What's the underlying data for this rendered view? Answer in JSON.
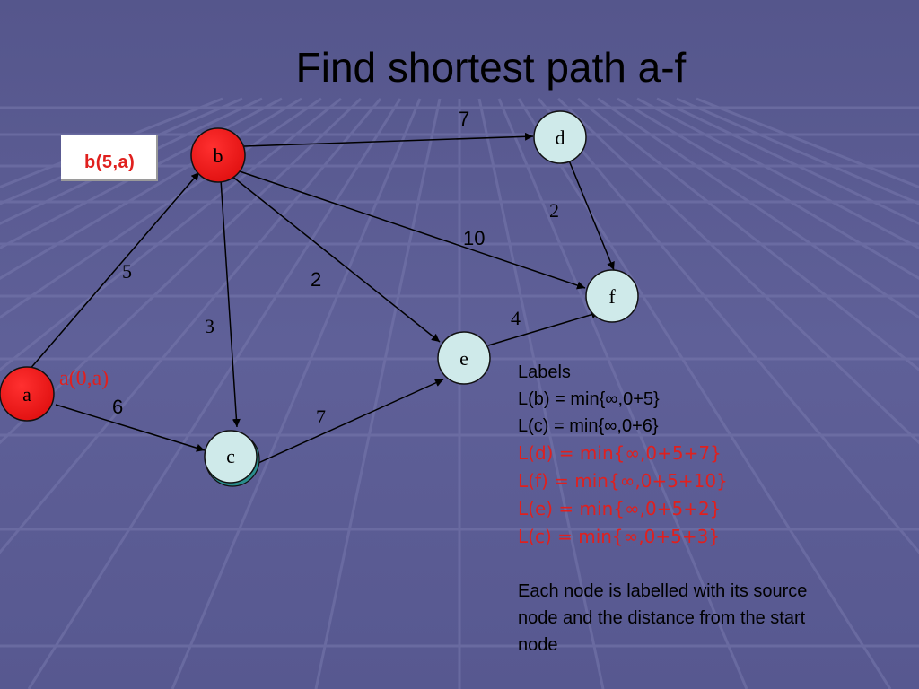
{
  "title": "Find shortest path a-f",
  "callout": "b(5,a)",
  "nodes": {
    "a": "a",
    "b": "b",
    "c": "c",
    "d": "d",
    "e": "e",
    "f": "f"
  },
  "node_fill": {
    "red": "#ee1c1c",
    "light": "#cfeaea"
  },
  "start_label": "a(0,a)",
  "weights": {
    "b_d": "7",
    "d_f": "2",
    "b_f": "10",
    "a_b": "5",
    "b_e": "2",
    "b_c": "3",
    "e_f": "4",
    "a_c": "6",
    "c_e": "7"
  },
  "labels_panel": {
    "heading": "Labels",
    "lines_black": [
      "L(b) = min{∞,0+5}",
      "L(c) = min{∞,0+6}"
    ],
    "lines_red": [
      "L(d) = min{∞,0+5+7}",
      "L(f) = min{∞,0+5+10}",
      "L(e) = min{∞,0+5+2}",
      "L(c) = min{∞,0+5+3}"
    ],
    "note": "Each node is labelled with its source node and the distance from the start node"
  }
}
